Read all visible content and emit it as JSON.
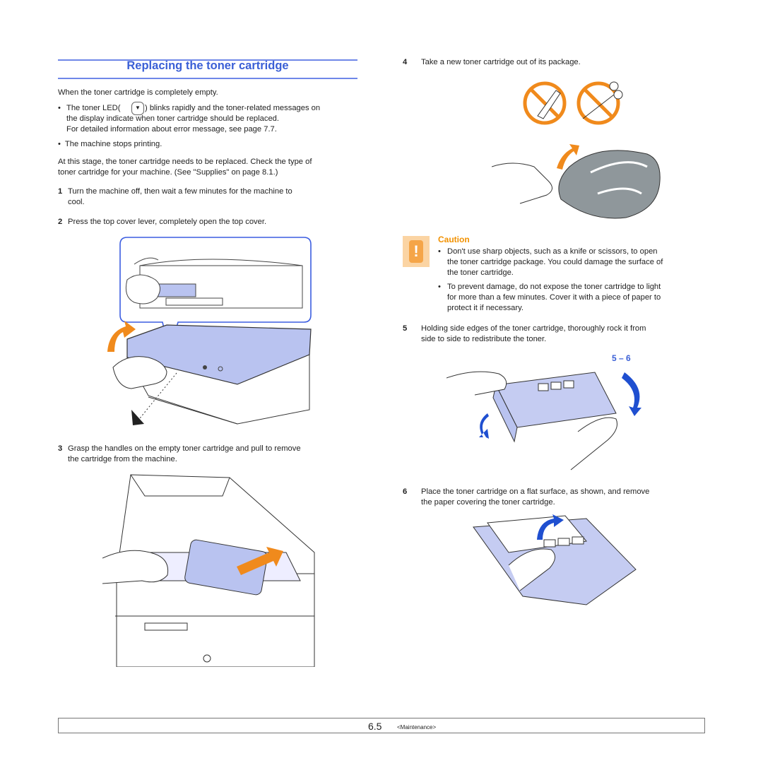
{
  "left": {
    "title": "Replacing the toner cartridge",
    "intro": "When the toner cartridge is completely empty.",
    "bullet1_line1": "The toner LED(",
    "bullet1_line1b": ") blinks rapidly and the toner-related messages on",
    "bullet1_line2": "the display indicate when toner cartridge should be replaced.",
    "bullet1_line3": "For detailed information about error message, see page  7.7.",
    "bullet2": "The machine stops printing.",
    "para1_line1": "At this stage, the toner cartridge needs to be replaced. Check the type of",
    "para1_line2": "toner cartridge for your machine. (See \"Supplies\" on page 8.1.)",
    "step1_num": "1",
    "step1_line1": "Turn the machine off, then wait a few minutes for the machine to",
    "step1_line2": "cool.",
    "step2_num": "2",
    "step2": "Press the top cover lever, completely open the top cover.",
    "step3_num": "3",
    "step3_line1": "Grasp the handles on the empty toner cartridge and pull to remove",
    "step3_line2": "the cartridge from the machine."
  },
  "right": {
    "step4_num": "4",
    "step4": "Take a new toner cartridge out of its package.",
    "caution_title": "Caution",
    "caution1_line1": "Don't use sharp objects, such as a knife or scissors, to open",
    "caution1_line2": "the toner cartridge package. You could damage the surface of",
    "caution1_line3": "the toner cartridge.",
    "caution2_line1": "To prevent damage, do not expose the toner cartridge to light",
    "caution2_line2": "for more than a few minutes. Cover it with a piece of paper to",
    "caution2_line3": "protect it if necessary.",
    "step5_num": "5",
    "step5_line1": "Holding side edges of the toner cartridge, thoroughly rock it from",
    "step5_line2": "side to side to redistribute the toner.",
    "step5_label": "5 – 6",
    "step6_num": "6",
    "step6_line1": "Place the toner cartridge on a flat surface, as shown, and remove",
    "step6_line2": "the paper covering the toner cartridge."
  },
  "footer": {
    "page": "6.5",
    "section": "<Maintenance>"
  },
  "colors": {
    "heading": "#3a5fd6",
    "caution": "#f29100",
    "arrow_orange": "#f08a1c",
    "arrow_blue": "#1f4fd0",
    "machine_fill": "#b9c3f0"
  }
}
